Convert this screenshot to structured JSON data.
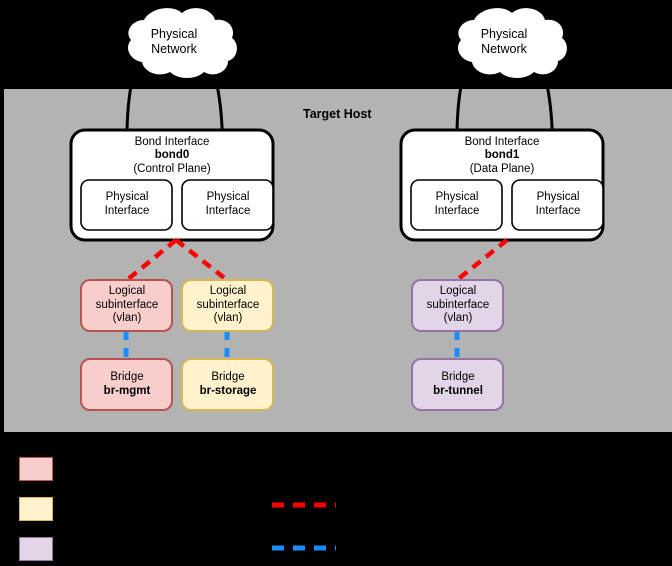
{
  "diagram": {
    "title": "Target Host",
    "background_color": "#000000",
    "host_panel_color": "#b3b3b3",
    "clouds": [
      {
        "id": "cloud-left",
        "line1": "Physical",
        "line2": "Network"
      },
      {
        "id": "cloud-right",
        "line1": "Physical",
        "line2": "Network"
      }
    ],
    "bonds": [
      {
        "id": "bond0",
        "title": "Bond Interface",
        "name": "bond0",
        "role": "(Control Plane)",
        "members": [
          {
            "line1": "Physical",
            "line2": "Interface"
          },
          {
            "line1": "Physical",
            "line2": "Interface"
          }
        ]
      },
      {
        "id": "bond1",
        "title": "Bond Interface",
        "name": "bond1",
        "role": "(Data Plane)",
        "members": [
          {
            "line1": "Physical",
            "line2": "Interface"
          },
          {
            "line1": "Physical",
            "line2": "Interface"
          }
        ]
      }
    ],
    "stacks": [
      {
        "id": "mgmt",
        "fill": "#f8cecc",
        "stroke": "#b85450",
        "vlan": {
          "line1": "Logical",
          "line2": "subinterface",
          "line3": "(vlan)"
        },
        "bridge": {
          "line1": "Bridge",
          "name": "br-mgmt"
        }
      },
      {
        "id": "storage",
        "fill": "#fff2cc",
        "stroke": "#d6b656",
        "vlan": {
          "line1": "Logical",
          "line2": "subinterface",
          "line3": "(vlan)"
        },
        "bridge": {
          "line1": "Bridge",
          "name": "br-storage"
        }
      },
      {
        "id": "tunnel",
        "fill": "#e1d5e7",
        "stroke": "#9673a6",
        "vlan": {
          "line1": "Logical",
          "line2": "subinterface",
          "line3": "(vlan)"
        },
        "bridge": {
          "line1": "Bridge",
          "name": "br-tunnel"
        }
      }
    ],
    "connectors": {
      "physical_link_color": "#000000",
      "vlan_link_color": "#ff0000",
      "bridge_link_color": "#1a8cff"
    },
    "legend": {
      "swatches": [
        {
          "id": "legend-mgmt",
          "fill": "#f8cecc",
          "stroke": "#b85450",
          "label": ""
        },
        {
          "id": "legend-storage",
          "fill": "#fff2cc",
          "stroke": "#d6b656",
          "label": ""
        },
        {
          "id": "legend-tunnel",
          "fill": "#e1d5e7",
          "stroke": "#9673a6",
          "label": ""
        }
      ],
      "lines": [
        {
          "id": "legend-vlan-line",
          "color": "#ff0000",
          "label": ""
        },
        {
          "id": "legend-bridge-line",
          "color": "#1a8cff",
          "label": ""
        }
      ]
    }
  }
}
